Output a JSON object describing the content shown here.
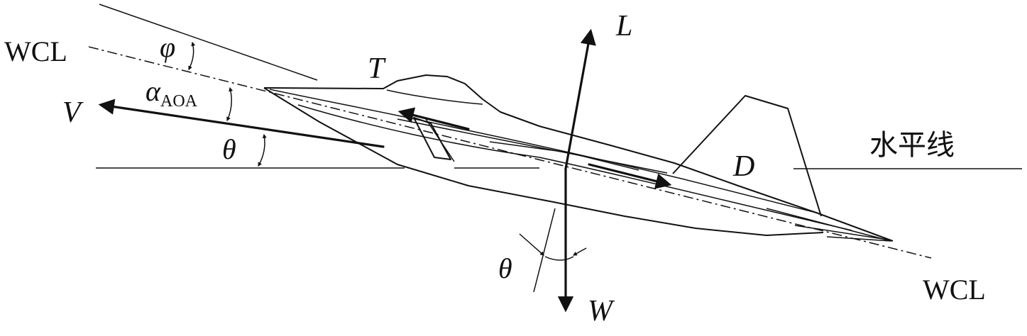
{
  "labels": {
    "wcl_left": "WCL",
    "wcl_right": "WCL",
    "phi": "φ",
    "alpha": "α",
    "alpha_sub": "AOA",
    "velocity": "V",
    "theta_left": "θ",
    "theta_bottom": "θ",
    "thrust": "T",
    "lift": "L",
    "drag": "D",
    "weight": "W",
    "horizontal_line": "水平线"
  },
  "colors": {
    "ink": "#111111",
    "background": "#ffffff"
  }
}
